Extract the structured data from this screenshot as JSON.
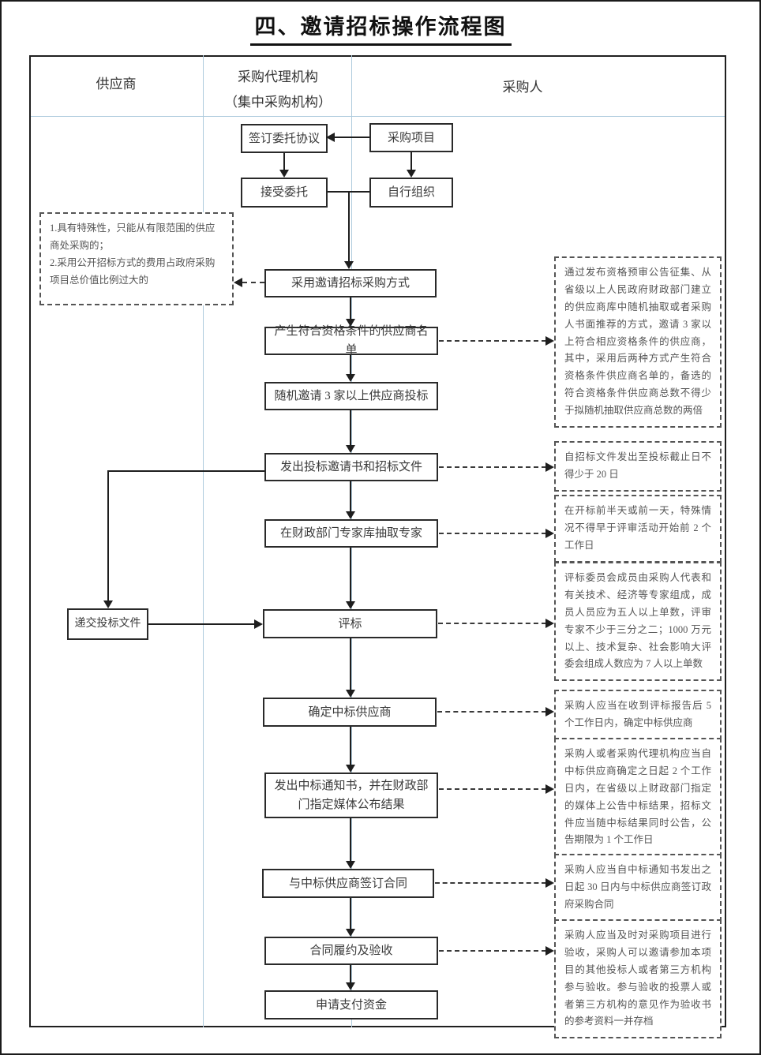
{
  "title": "四、邀请招标操作流程图",
  "lanes": {
    "supplier": "供应商",
    "agency_line1": "采购代理机构",
    "agency_line2": "（集中采购机构）",
    "purchaser": "采购人"
  },
  "boxes": {
    "sign_agreement": "签订委托协议",
    "procurement_project": "采购项目",
    "accept_entrustment": "接受委托",
    "self_organize": "自行组织",
    "adopt_invitation": "采用邀请招标采购方式",
    "generate_list": "产生符合资格条件的供应商名单",
    "random_invite": "随机邀请 3 家以上供应商投标",
    "issue_invitation": "发出投标邀请书和招标文件",
    "draw_experts": "在财政部门专家库抽取专家",
    "evaluate_bids": "评标",
    "determine_winner": "确定中标供应商",
    "issue_notice": "发出中标通知书，并在财政部门指定媒体公布结果",
    "sign_contract": "与中标供应商签订合同",
    "contract_acceptance": "合同履约及验收",
    "apply_payment": "申请支付资金",
    "submit_bid_documents": "递交投标文件"
  },
  "notes": {
    "left_condition_1": "1.具有特殊性，只能从有限范围的供应商处采购的；",
    "left_condition_2": "2.采用公开招标方式的费用占政府采购项目总价值比例过大的",
    "qualification": "通过发布资格预审公告征集、从省级以上人民政府财政部门建立的供应商库中随机抽取或者采购人书面推荐的方式，邀请 3 家以上符合相应资格条件的供应商，其中，采用后两种方式产生符合资格条件供应商名单的，备选的符合资格条件供应商总数不得少于拟随机抽取供应商总数的两倍",
    "deadline_20_days": "自招标文件发出至投标截止日不得少于 20 日",
    "expert_timing": "在开标前半天或前一天，特殊情况不得早于评审活动开始前 2 个工作日",
    "committee": "评标委员会成员由采购人代表和有关技术、经济等专家组成，成员人员应为五人以上单数，评审专家不少于三分之二；1000 万元以上、技术复杂、社会影响大评委会组成人数应为 7 人以上单数",
    "determine_5_days": "采购人应当在收到评标报告后 5 个工作日内，确定中标供应商",
    "announce_2_days": "采购人或者采购代理机构应当自中标供应商确定之日起 2 个工作日内，在省级以上财政部门指定的媒体上公告中标结果，招标文件应当随中标结果同时公告，公告期限为 1 个工作日",
    "contract_30_days": "采购人应当自中标通知书发出之日起 30 日内与中标供应商签订政府采购合同",
    "acceptance_note": "采购人应当及时对采购项目进行验收，采购人可以邀请参加本项目的其他投标人或者第三方机构参与验收。参与验收的投票人或者第三方机构的意见作为验收书的参考资料一并存档"
  }
}
